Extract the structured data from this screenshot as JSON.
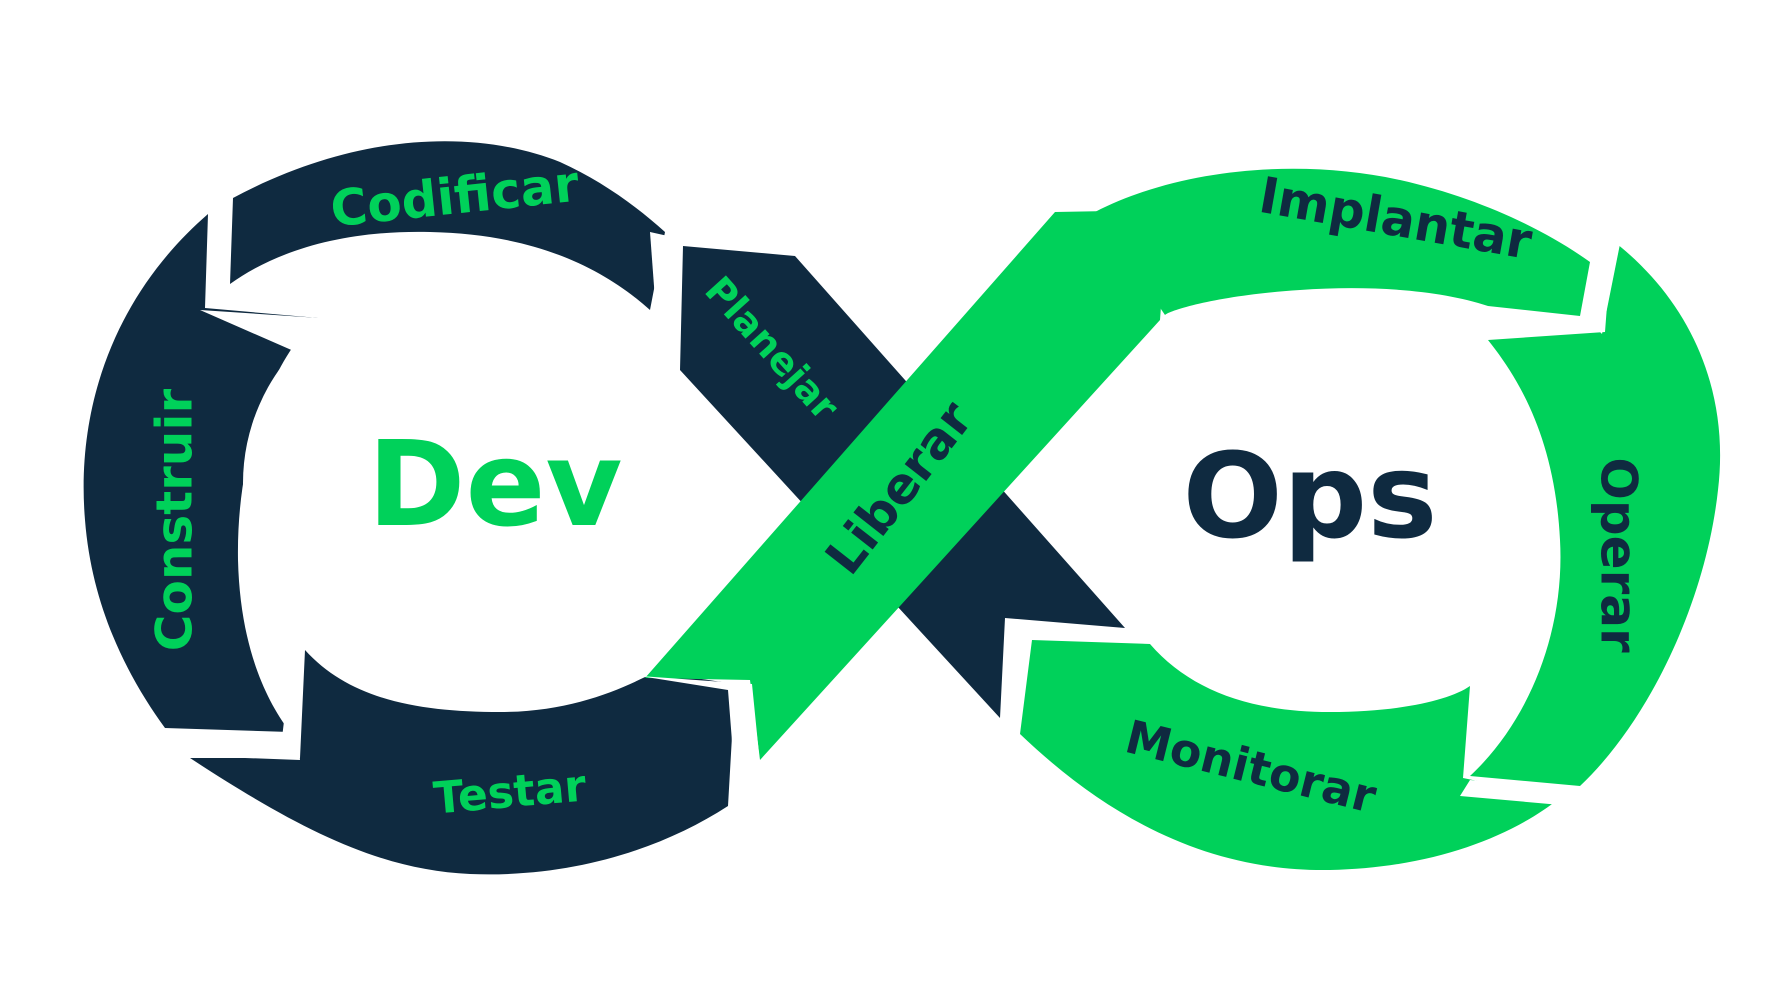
{
  "diagram": {
    "center_left": "Dev",
    "center_right": "Ops",
    "stages": {
      "codificar": "Codificar",
      "planejar": "Planejar",
      "construir": "Construir",
      "testar": "Testar",
      "liberar": "Liberar",
      "implantar": "Implantar",
      "operar": "Operar",
      "monitorar": "Monitorar"
    }
  },
  "colors": {
    "navy": "#0f2a40",
    "green": "#00d15a",
    "background": "#ffffff"
  }
}
